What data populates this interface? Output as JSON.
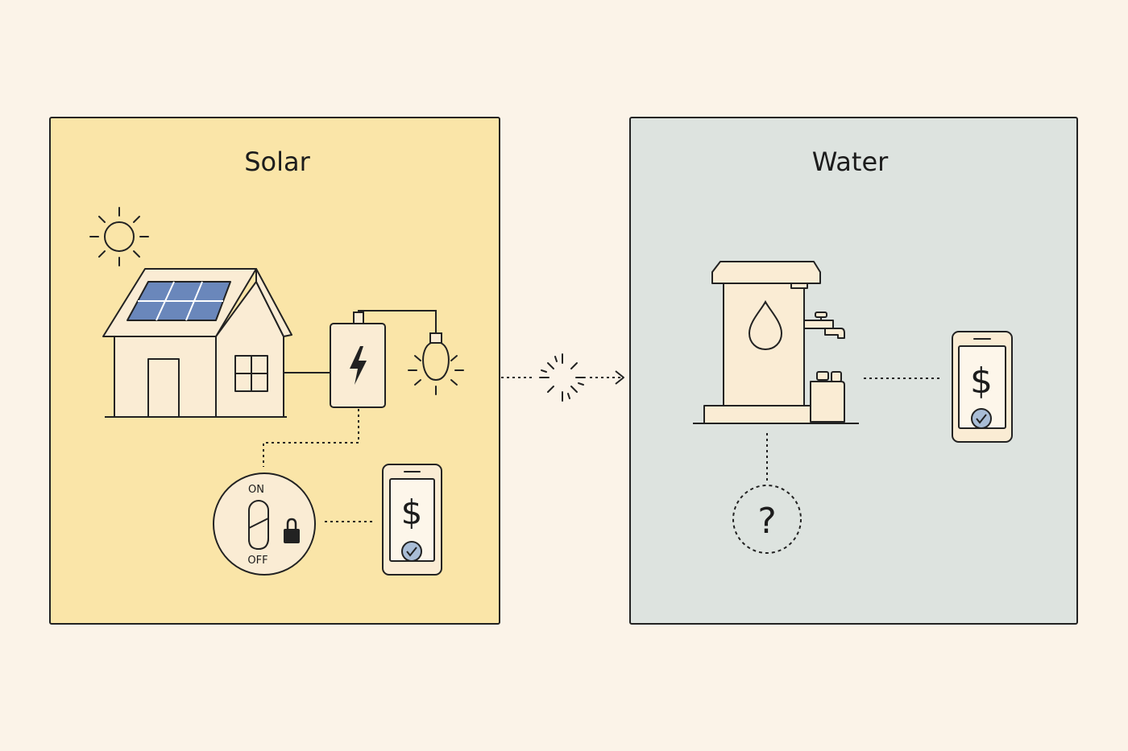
{
  "colors": {
    "background": "#fbf3e8",
    "solar_panel_bg": "#fae5a8",
    "water_panel_bg": "#dde3df",
    "outline": "#222222",
    "fill_light": "#faecd4",
    "solar_cell": "#6a87bb"
  },
  "solar": {
    "title": "Solar",
    "icons": [
      "sun-icon",
      "house-with-solar-panels-icon",
      "battery-icon",
      "light-bulb-icon",
      "switch-icon",
      "lock-icon",
      "phone-icon",
      "checkmark-icon"
    ],
    "switch_on_label": "ON",
    "switch_off_label": "OFF",
    "payment_symbol": "$"
  },
  "connector": {
    "icons": [
      "burst-icon",
      "arrow-right-icon"
    ]
  },
  "water": {
    "title": "Water",
    "icons": [
      "water-kiosk-icon",
      "water-drop-icon",
      "tap-icon",
      "jerrycan-icon",
      "phone-icon",
      "checkmark-icon",
      "question-icon"
    ],
    "payment_symbol": "$",
    "unknown_symbol": "?"
  }
}
